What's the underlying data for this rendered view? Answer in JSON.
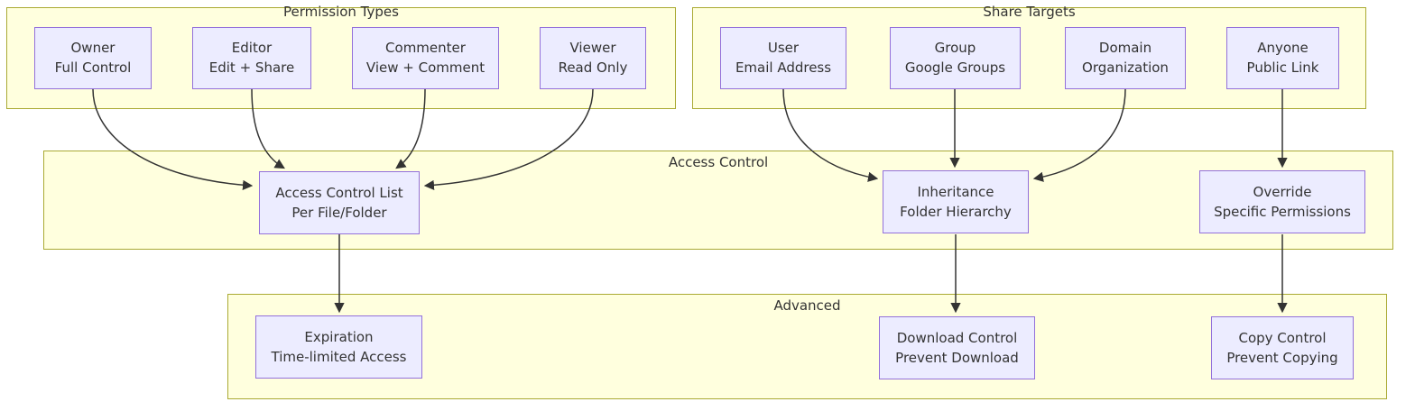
{
  "diagram": {
    "type": "flowchart",
    "clusters": [
      {
        "id": "permission-types",
        "title": "Permission Types"
      },
      {
        "id": "share-targets",
        "title": "Share Targets"
      },
      {
        "id": "access-control",
        "title": "Access Control"
      },
      {
        "id": "advanced",
        "title": "Advanced"
      }
    ],
    "nodes": [
      {
        "id": "owner",
        "label": "Owner",
        "sublabel": "Full Control",
        "cluster": "permission-types"
      },
      {
        "id": "editor",
        "label": "Editor",
        "sublabel": "Edit + Share",
        "cluster": "permission-types"
      },
      {
        "id": "commenter",
        "label": "Commenter",
        "sublabel": "View + Comment",
        "cluster": "permission-types"
      },
      {
        "id": "viewer",
        "label": "Viewer",
        "sublabel": "Read Only",
        "cluster": "permission-types"
      },
      {
        "id": "user",
        "label": "User",
        "sublabel": "Email Address",
        "cluster": "share-targets"
      },
      {
        "id": "group",
        "label": "Group",
        "sublabel": "Google Groups",
        "cluster": "share-targets"
      },
      {
        "id": "domain",
        "label": "Domain",
        "sublabel": "Organization",
        "cluster": "share-targets"
      },
      {
        "id": "anyone",
        "label": "Anyone",
        "sublabel": "Public Link",
        "cluster": "share-targets"
      },
      {
        "id": "access-control-list",
        "label": "Access Control List",
        "sublabel": "Per File/Folder",
        "cluster": "access-control"
      },
      {
        "id": "inheritance",
        "label": "Inheritance",
        "sublabel": "Folder Hierarchy",
        "cluster": "access-control"
      },
      {
        "id": "override",
        "label": "Override",
        "sublabel": "Specific Permissions",
        "cluster": "access-control"
      },
      {
        "id": "expiration",
        "label": "Expiration",
        "sublabel": "Time-limited Access",
        "cluster": "advanced"
      },
      {
        "id": "download-control",
        "label": "Download Control",
        "sublabel": "Prevent Download",
        "cluster": "advanced"
      },
      {
        "id": "copy-control",
        "label": "Copy Control",
        "sublabel": "Prevent Copying",
        "cluster": "advanced"
      }
    ],
    "edges": [
      {
        "from": "owner",
        "to": "access-control-list"
      },
      {
        "from": "editor",
        "to": "access-control-list"
      },
      {
        "from": "commenter",
        "to": "access-control-list"
      },
      {
        "from": "viewer",
        "to": "access-control-list"
      },
      {
        "from": "user",
        "to": "inheritance"
      },
      {
        "from": "group",
        "to": "inheritance"
      },
      {
        "from": "domain",
        "to": "inheritance"
      },
      {
        "from": "anyone",
        "to": "override"
      },
      {
        "from": "access-control-list",
        "to": "expiration"
      },
      {
        "from": "inheritance",
        "to": "download-control"
      },
      {
        "from": "override",
        "to": "copy-control"
      }
    ],
    "colors": {
      "cluster_fill": "#ffffde",
      "cluster_border": "#aaaa33",
      "node_fill": "#ececff",
      "node_border": "#9370db",
      "edge": "#333333",
      "text": "#333333",
      "background": "#ffffff"
    }
  }
}
